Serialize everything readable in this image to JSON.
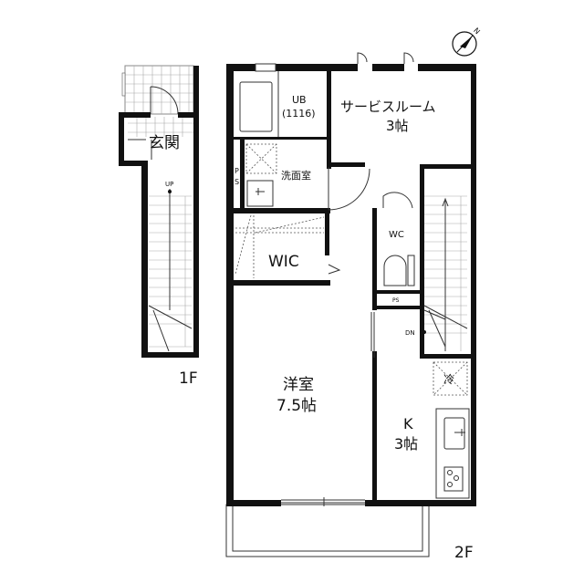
{
  "floors": {
    "first": "1F",
    "second": "2F"
  },
  "compass": {
    "label": "N",
    "icon": "north-arrow-icon"
  },
  "rooms": {
    "entrance": "玄関",
    "unit_bath": {
      "name": "UB",
      "size": "(1116)"
    },
    "service_room": {
      "name": "サービスルーム",
      "size": "3帖"
    },
    "washroom": "洗面室",
    "pipe_space": "PS",
    "wic": "WIC",
    "wc": "WC",
    "wc_ps": "PS",
    "western_room": {
      "name": "洋室",
      "size": "7.5帖"
    },
    "kitchen": {
      "name": "K",
      "size": "3帖"
    },
    "fridge": "冷"
  },
  "stairs": {
    "up": "UP",
    "down": "DN"
  }
}
